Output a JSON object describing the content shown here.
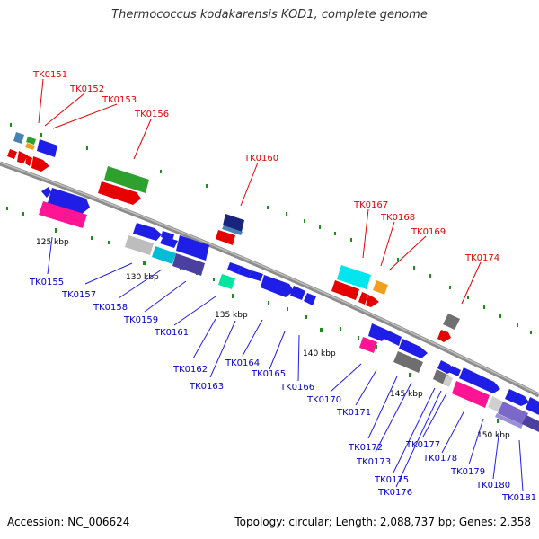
{
  "header": {
    "title": "Thermococcus kodakarensis KOD1, complete genome"
  },
  "footer": {
    "accession": "Accession: NC_006624",
    "summary": "Topology: circular; Length: 2,088,737 bp; Genes: 2,358"
  },
  "scale_labels": [
    "125 kbp",
    "130 kbp",
    "135 kbp",
    "140 kbp",
    "145 kbp",
    "150 kbp"
  ],
  "genes_above": [
    "TK0151",
    "TK0152",
    "TK0153",
    "TK0156",
    "TK0160",
    "TK0167",
    "TK0168",
    "TK0169",
    "TK0174"
  ],
  "genes_below": [
    "TK0155",
    "TK0157",
    "TK0158",
    "TK0159",
    "TK0161",
    "TK0162",
    "TK0163",
    "TK0164",
    "TK0165",
    "TK0166",
    "TK0170",
    "TK0171",
    "TK0172",
    "TK0173",
    "TK0175",
    "TK0176",
    "TK0177",
    "TK0178",
    "TK0179",
    "TK0180",
    "TK0181"
  ],
  "colors": {
    "above_label": "#e00000",
    "below_label": "#0000c8",
    "backbone": "#8c8c8c",
    "tick": "#1e8c1e"
  }
}
